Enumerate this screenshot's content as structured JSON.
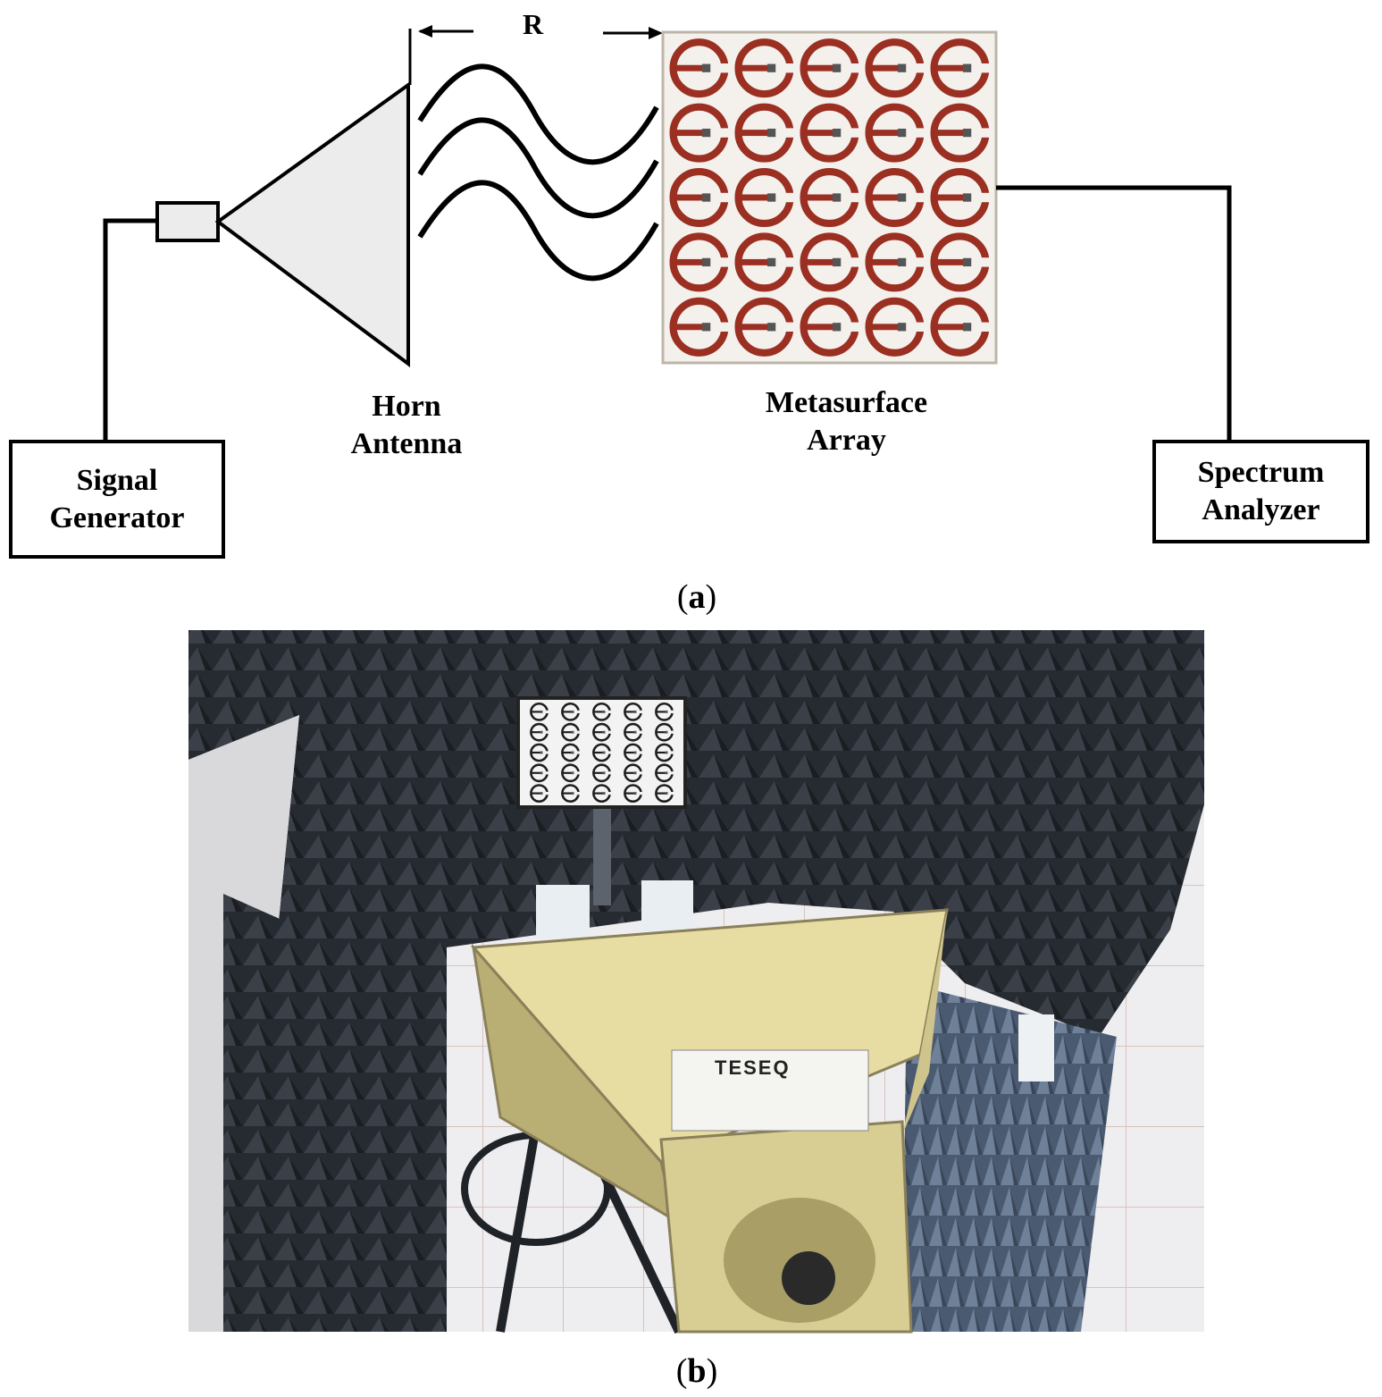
{
  "figure_a": {
    "caption_letter": "a",
    "distance_label": "R",
    "signal_generator": {
      "line1": "Signal",
      "line2": "Generator"
    },
    "horn_antenna": {
      "line1": "Horn",
      "line2": "Antenna"
    },
    "metasurface_array": {
      "line1": "Metasurface",
      "line2": "Array",
      "rows": 5,
      "cols": 5,
      "ring_color": "#9a2f22",
      "board_color": "#f4f1ec"
    },
    "spectrum_analyzer": {
      "line1": "Spectrum",
      "line2": "Analyzer"
    },
    "wave_count": 3
  },
  "figure_b": {
    "caption_letter": "b",
    "photo_description_elements": [
      "anechoic-chamber",
      "metasurface-array-on-stand",
      "horn-antenna"
    ],
    "horn_label_brand": "TESEQ",
    "colors": {
      "absorber": "#2a2d33",
      "horn": "#e8dfa8",
      "floor": "#e9e9ec"
    }
  }
}
